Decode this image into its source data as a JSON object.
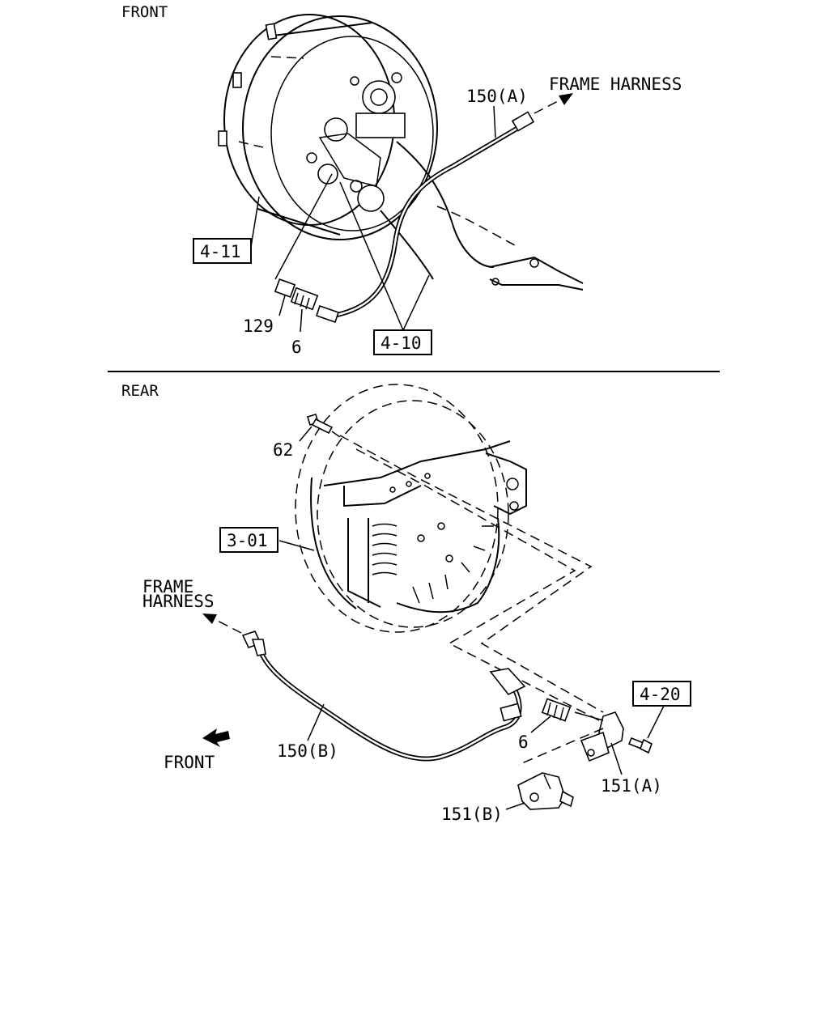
{
  "sections": {
    "front": "FRONT",
    "rear": "REAR"
  },
  "front_view": {
    "harness_label": "FRAME HARNESS",
    "callouts": {
      "wire": "150(A)",
      "spacer": "129",
      "bushing": "6"
    },
    "refs": {
      "hub": "4-11",
      "knuckle": "4-10"
    }
  },
  "rear_view": {
    "harness_label_line1": "FRAME",
    "harness_label_line2": "HARNESS",
    "direction_label": "FRONT",
    "callouts": {
      "bolt": "62",
      "wire": "150(B)",
      "bushing": "6",
      "sensor_bracket_a": "151(A)",
      "sensor_bracket_b": "151(B)"
    },
    "refs": {
      "brake_drum": "3-01",
      "axle_ref": "4-20"
    }
  }
}
